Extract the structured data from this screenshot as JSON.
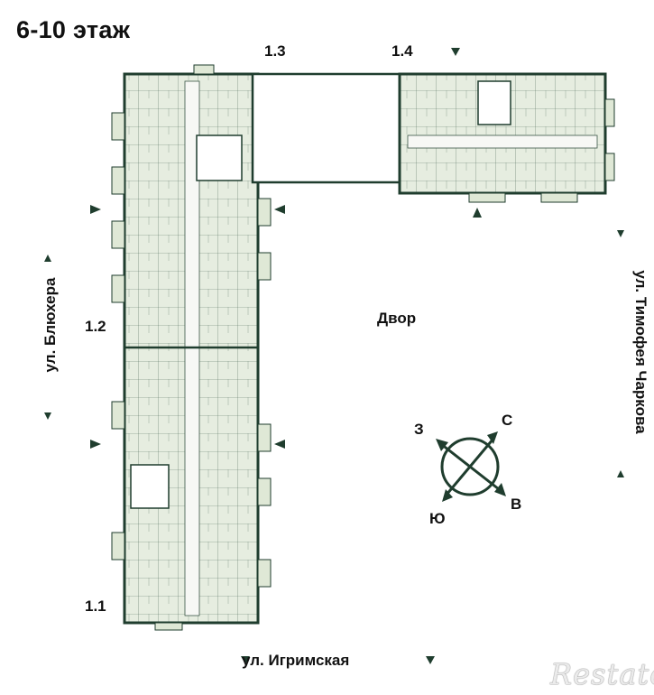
{
  "title": "6-10 этаж",
  "sections": {
    "s11": "1.1",
    "s12": "1.2",
    "s13": "1.3",
    "s14": "1.4"
  },
  "courtyard": "Двор",
  "streets": {
    "left": "ул. Блюхера",
    "right": "ул. Тимофея Чаркова",
    "bottom": "ул. Игримская"
  },
  "compass": {
    "north": "С",
    "west": "З",
    "east": "В",
    "south": "Ю"
  },
  "watermark": "Restate",
  "colors": {
    "wall": "#1f3d2e",
    "room_fill": "#dfe8d6",
    "room_fill_light": "#eef2ea",
    "accent": "#1f3d2e"
  }
}
